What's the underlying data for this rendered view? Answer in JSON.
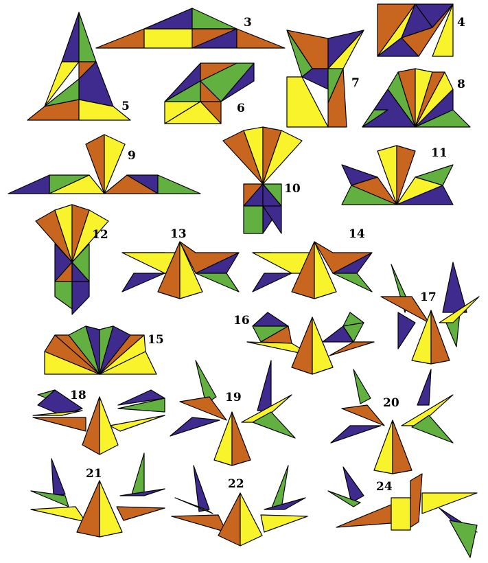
{
  "colors": {
    "orange": "#c8661f",
    "yellow": "#f8f32b",
    "green": "#62b040",
    "purple": "#3f2a8e",
    "outline": "#000000"
  },
  "figures": [
    {
      "id": "fig-3",
      "label": "3"
    },
    {
      "id": "fig-4",
      "label": "4"
    },
    {
      "id": "fig-5",
      "label": "5"
    },
    {
      "id": "fig-6",
      "label": "6"
    },
    {
      "id": "fig-7",
      "label": "7"
    },
    {
      "id": "fig-8",
      "label": "8"
    },
    {
      "id": "fig-9",
      "label": "9"
    },
    {
      "id": "fig-10",
      "label": "10"
    },
    {
      "id": "fig-11",
      "label": "11"
    },
    {
      "id": "fig-12",
      "label": "12"
    },
    {
      "id": "fig-13",
      "label": "13"
    },
    {
      "id": "fig-14",
      "label": "14"
    },
    {
      "id": "fig-15",
      "label": "15"
    },
    {
      "id": "fig-16",
      "label": "16"
    },
    {
      "id": "fig-17",
      "label": "17"
    },
    {
      "id": "fig-18",
      "label": "18"
    },
    {
      "id": "fig-19",
      "label": "19"
    },
    {
      "id": "fig-20",
      "label": "20"
    },
    {
      "id": "fig-21",
      "label": "21"
    },
    {
      "id": "fig-22",
      "label": "22"
    },
    {
      "id": "fig-24",
      "label": "24"
    }
  ]
}
